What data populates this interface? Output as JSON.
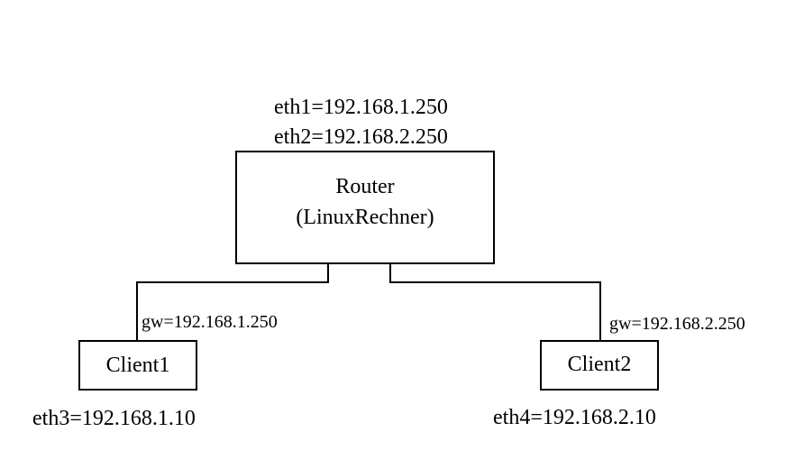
{
  "router": {
    "name": "Router",
    "subtitle": "(LinuxRechner)",
    "eth1": "eth1=192.168.1.250",
    "eth2": "eth2=192.168.2.250"
  },
  "client1": {
    "name": "Client1",
    "gateway": "gw=192.168.1.250",
    "interface": "eth3=192.168.1.10"
  },
  "client2": {
    "name": "Client2",
    "gateway": "gw=192.168.2.250",
    "interface": "eth4=192.168.2.10"
  },
  "colors": {
    "stroke": "#000000",
    "background": "#ffffff"
  }
}
